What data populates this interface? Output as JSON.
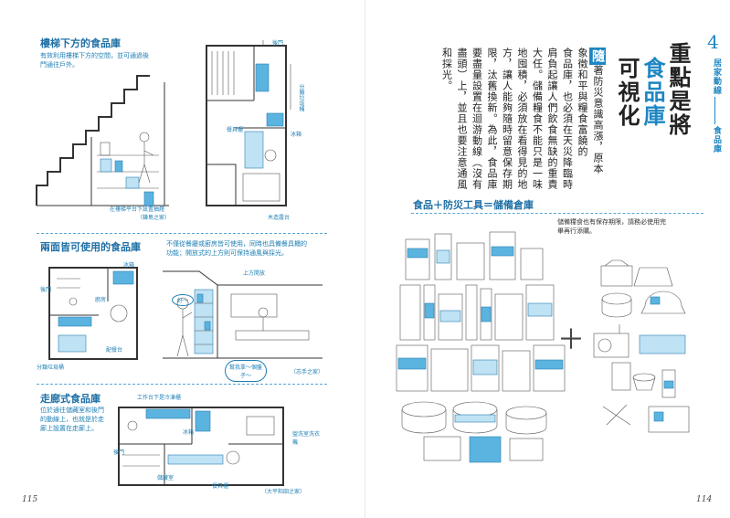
{
  "left_page": {
    "page_number": "115",
    "section1": {
      "title": "樓梯下方的食品庫",
      "note": "有效利用樓梯下方的空間，並可通過後門通往戶外。",
      "labels": {
        "back_door": "後門",
        "sorting_shelf": "分類垃圾桶",
        "pantry": "餐具櫃",
        "fridge": "冰箱",
        "wood_deck": "木造露台",
        "caption": "在樓梯平台下設置抽屜",
        "credit": "（鎌島之家）"
      }
    },
    "section2": {
      "title": "兩面皆可使用的食品庫",
      "note": "不僅從餐廳或廚房皆可使用，同時也具備餐具櫃的功能；開放式的上方則可保持通風與採光。",
      "labels": {
        "fridge": "冰箱",
        "back_door": "後門",
        "kitchen": "廚房",
        "serving_counter": "配餐台",
        "sorting_shelf": "分類垃圾桶",
        "open_top": "上方開放",
        "bubble1": "好～",
        "bubble2": "幫我拿～個盤子～",
        "credit": "（志手之家）"
      }
    },
    "section3": {
      "title": "走廊式食品庫",
      "note": "位於通往儲藏室和後門的動線上，也就是於走廊上設置在走廊上。",
      "labels": {
        "under_sink": "工作台下是冷凍櫃",
        "fridge": "冰箱",
        "back_door": "後門",
        "storage": "儲藏室",
        "pantry": "餐具櫃",
        "laundry": "盥洗室洗衣機",
        "credit": "（大平和田之家）"
      }
    }
  },
  "right_page": {
    "page_number": "114",
    "chapter_number": "4",
    "chapter_label": "居家動線",
    "chapter_topic": "食品庫",
    "title_line1_a": "重點是將",
    "title_line2_blue": "食品庫",
    "title_line3": "可視化",
    "dropcap": "隨",
    "body_columns": [
      "著防災意識高漲，原本",
      "象徵和平與糧食富饒的",
      "食品庫，也必須在天災降臨時",
      "肩負起讓人們飲食無缺的重責",
      "大任。儲備糧食不能只是一味",
      "地囤積，必須放在看得見的地",
      "方，讓人能夠隨時留意保存期",
      "限，汰舊換新。為此，食品庫",
      "要盡量設置在迴游動線（沒有",
      "盡頭）上，並且也要注意通風",
      "和採光。"
    ],
    "equation": "食品＋防災工具＝儲備倉庫",
    "equation_note": "儲備糧食也有保存期限，請務必使用完畢再行添購。",
    "plus": "＋"
  }
}
